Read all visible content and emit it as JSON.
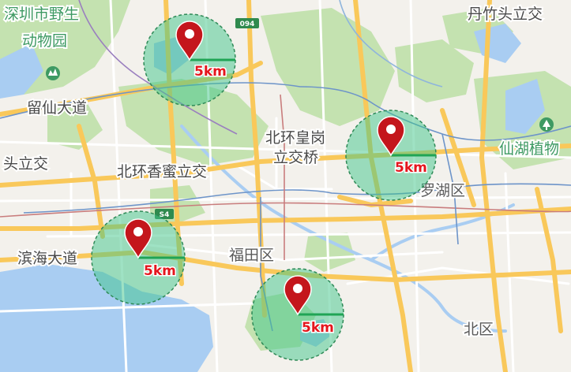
{
  "map": {
    "labels": {
      "shenzhen_wildlife_zoo": [
        "深圳市野生",
        "动物园"
      ],
      "liuxian_avenue": "留仙大道",
      "toutan_interchange": "头立交",
      "beihuan_xiangmi": "北环香蜜立交",
      "beihuan_huanggang": [
        "北环皇岗",
        "立交桥"
      ],
      "danzhutou": "丹竹头立交",
      "xianhu": "仙湖植物",
      "luohu": "罗湖区",
      "futian": "福田区",
      "binhai_avenue": "滨海大道",
      "north_district": "北区"
    },
    "road_shields": [
      "094",
      "S4"
    ],
    "radius_circles": [
      {
        "id": "circle-1",
        "radius_label": "5km"
      },
      {
        "id": "circle-2",
        "radius_label": "5km"
      },
      {
        "id": "circle-3",
        "radius_label": "5km"
      },
      {
        "id": "circle-4",
        "radius_label": "5km"
      }
    ],
    "colors": {
      "land": "#f3f1ec",
      "park": "#c4e2b0",
      "water": "#a9cdf2",
      "major_road": "#f9c85a",
      "minor_road": "#ffffff",
      "metro_blue": "#6d94c9",
      "metro_red": "#c97d7d",
      "circle_fill": "#40c68a",
      "circle_stroke": "#2f8a57",
      "pin": "#c4161c",
      "scale_bar": "#20a455",
      "radius_text": "#e4161d"
    },
    "icons": [
      "zoo-poi-icon",
      "garden-poi-icon",
      "location-pin-icon"
    ]
  }
}
